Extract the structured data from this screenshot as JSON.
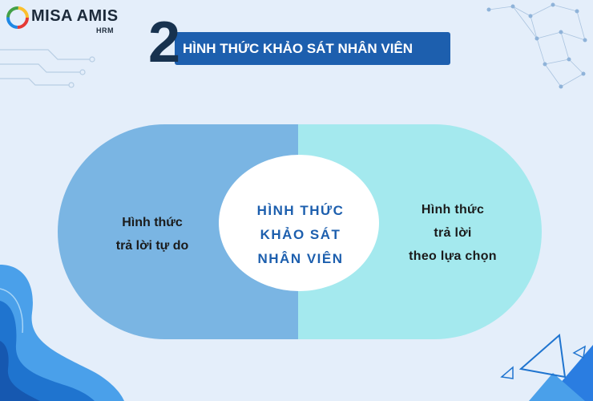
{
  "logo": {
    "brand": "MISA AMIS",
    "sub": "HRM"
  },
  "title": {
    "number": "2",
    "text": "HÌNH THỨC KHẢO SÁT NHÂN VIÊN"
  },
  "left": {
    "line1": "Hình thức",
    "line2": "trả lời tự do"
  },
  "center": {
    "line1": "HÌNH THỨC",
    "line2": "KHẢO SÁT",
    "line3": "NHÂN VIÊN"
  },
  "right": {
    "line1": "Hình thức",
    "line2": "trả lời",
    "line3": "theo lựa chọn"
  },
  "colors": {
    "background": "#e4eefa",
    "left_half": "#7ab5e3",
    "right_half": "#a4e9ee",
    "title_bar": "#1d5fae",
    "accent_blue": "#1d5fae"
  }
}
